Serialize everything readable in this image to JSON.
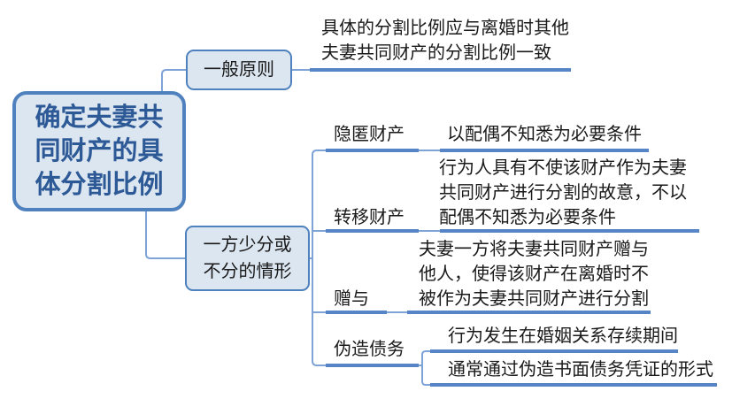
{
  "colors": {
    "background": "#FFFFFF",
    "box_border": "#4E81BD",
    "box_fill": "#DCE6F1",
    "root_text": "#2D5A96",
    "thin_line": "#7EA3D6",
    "thick_line": "#5585C7",
    "topic_text": "#1A1A1A"
  },
  "root": {
    "label": "确定夫妻共\n同财产的具\n体分割比例"
  },
  "general": {
    "label": "一般原则",
    "detail": "具体的分割比例应与离婚时其他\n夫妻共同财产的分割比例一致"
  },
  "less_share": {
    "label": "一方少分或\n不分的情形",
    "topics": {
      "hide": {
        "label": "隐匿财产",
        "detail": "以配偶不知悉为必要条件"
      },
      "transfer": {
        "label": "转移财产",
        "detail": "行为人具有不使该财产作为夫妻\n共同财产进行分割的故意，不以\n配偶不知悉为必要条件"
      },
      "gift": {
        "label": "赠与",
        "detail": "夫妻一方将夫妻共同财产赠与\n他人，使得该财产在离婚时不\n被作为夫妻共同财产进行分割"
      },
      "forge_debt": {
        "label": "伪造债务",
        "detail_1": "行为发生在婚姻关系存续期间",
        "detail_2": "通常通过伪造书面债务凭证的形式"
      }
    }
  }
}
